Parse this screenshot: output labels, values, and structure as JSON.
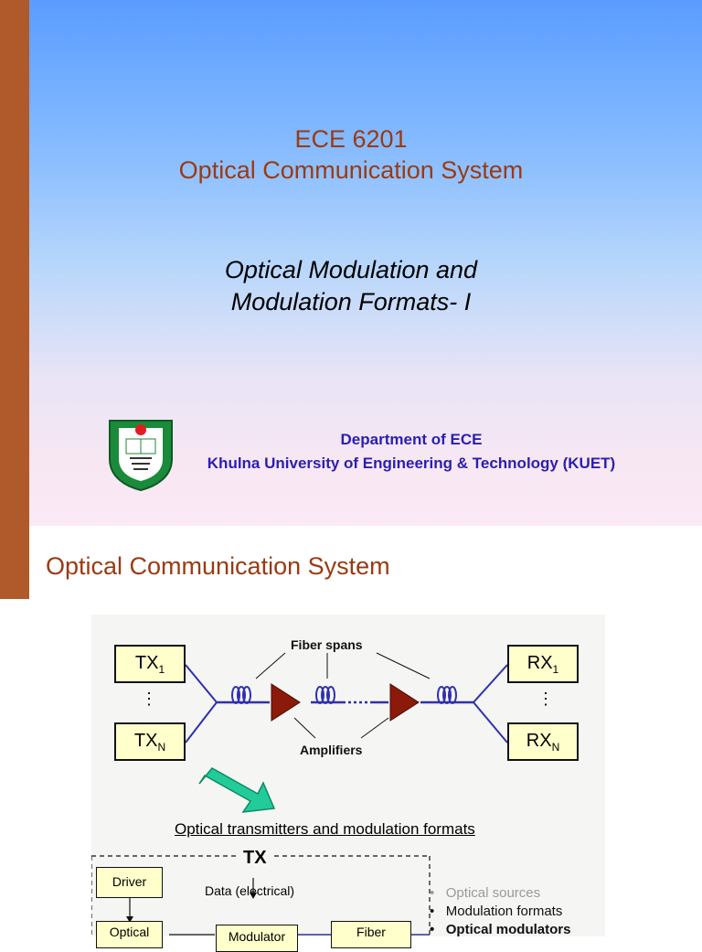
{
  "slide1": {
    "course_code": "ECE 6201",
    "course_name": "Optical Communication System",
    "subtitle_line1": "Optical Modulation and",
    "subtitle_line2": "Modulation Formats- I",
    "dept_line1": "Department of ECE",
    "dept_line2": "Khulna University of Engineering & Technology (KUET)"
  },
  "slide2": {
    "title": "Optical Communication System",
    "tx_label": "TX",
    "rx_label": "RX",
    "sub_1": "1",
    "sub_n": "N",
    "fiber_spans": "Fiber spans",
    "amplifiers": "Amplifiers",
    "caption": "Optical transmitters and modulation formats",
    "tx_section": "TX",
    "driver": "Driver",
    "data_label": "Data (electrical)",
    "optical_box": "Optical",
    "modulator_box": "Modulator",
    "fiber_box": "Fiber",
    "bullets": [
      "Optical sources",
      "Modulation formats",
      "Optical modulators"
    ]
  },
  "colors": {
    "title_brown": "#9a3a13",
    "dept_blue": "#2a1fb0",
    "box_fill": "#ffffcc",
    "amp_red": "#8b1a0a",
    "link_blue": "#3030b0",
    "arrow_green": "#22cc99"
  }
}
